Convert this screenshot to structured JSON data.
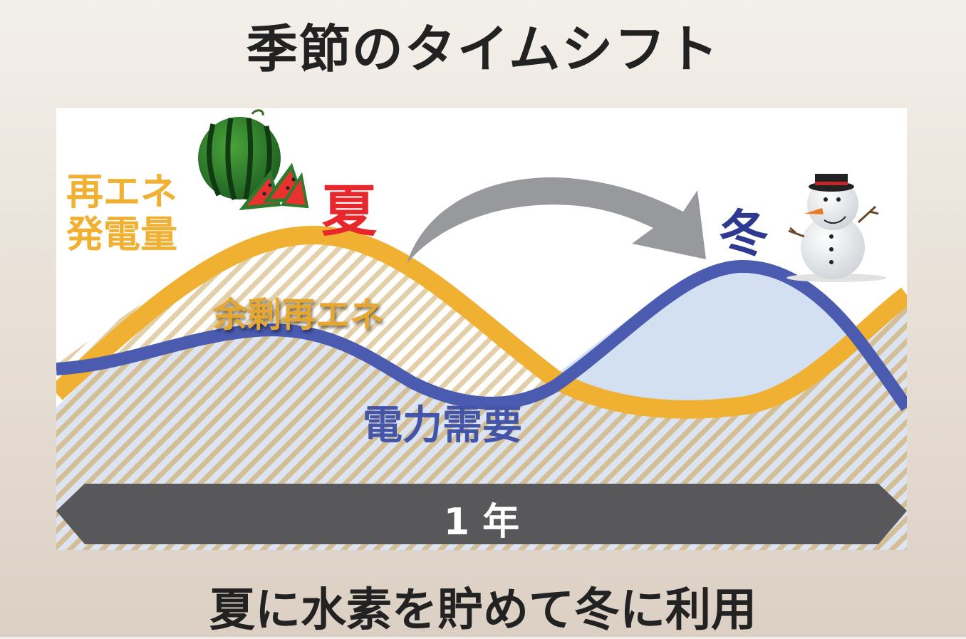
{
  "title": "季節のタイムシフト",
  "labels": {
    "renewable_line1": "再エネ",
    "renewable_line2": "発電量",
    "summer": "夏",
    "winter": "冬",
    "surplus": "余剰再エネ",
    "demand": "電力需要",
    "year": "1 年"
  },
  "footer": "夏に水素を貯めて冬に利用",
  "colors": {
    "renewable": "#f0b032",
    "demand": "#4355a8",
    "summer": "#e8272d",
    "winter": "#2e3a8f",
    "arrow": "#98999c",
    "year_bar": "#58585a"
  }
}
